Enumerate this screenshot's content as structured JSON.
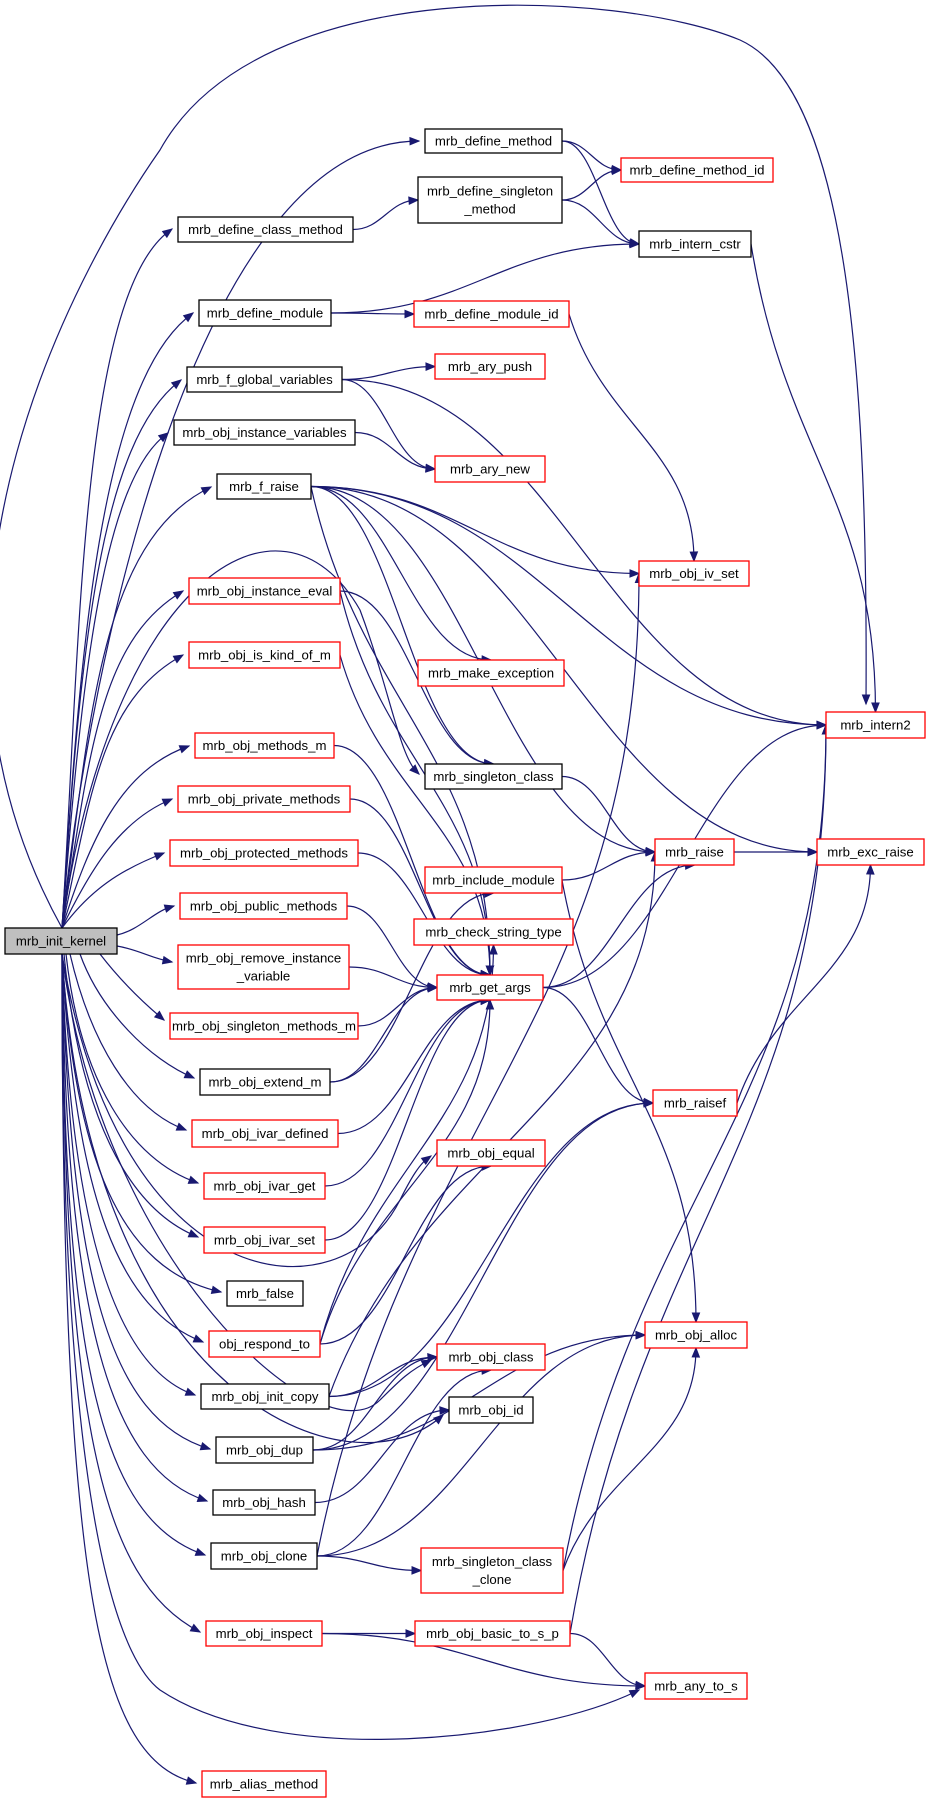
{
  "colors": {
    "edge": "#191970",
    "default_border": "#000000",
    "external_border": "#ff0000",
    "root_fill": "#bfbfbf",
    "node_fill": "#ffffff"
  },
  "root": "mrb_init_kernel",
  "nodes": [
    {
      "id": "mrb_init_kernel",
      "lines": [
        "mrb_init_kernel"
      ],
      "style": "root"
    },
    {
      "id": "mrb_define_method",
      "lines": [
        "mrb_define_method"
      ],
      "style": "default"
    },
    {
      "id": "mrb_define_method_id",
      "lines": [
        "mrb_define_method_id"
      ],
      "style": "external"
    },
    {
      "id": "mrb_define_singleton_method",
      "lines": [
        "mrb_define_singleton",
        "_method"
      ],
      "style": "default"
    },
    {
      "id": "mrb_define_class_method",
      "lines": [
        "mrb_define_class_method"
      ],
      "style": "default"
    },
    {
      "id": "mrb_intern_cstr",
      "lines": [
        "mrb_intern_cstr"
      ],
      "style": "default"
    },
    {
      "id": "mrb_define_module",
      "lines": [
        "mrb_define_module"
      ],
      "style": "default"
    },
    {
      "id": "mrb_define_module_id",
      "lines": [
        "mrb_define_module_id"
      ],
      "style": "external"
    },
    {
      "id": "mrb_f_global_variables",
      "lines": [
        "mrb_f_global_variables"
      ],
      "style": "default"
    },
    {
      "id": "mrb_ary_push",
      "lines": [
        "mrb_ary_push"
      ],
      "style": "external"
    },
    {
      "id": "mrb_obj_instance_variables",
      "lines": [
        "mrb_obj_instance_variables"
      ],
      "style": "default"
    },
    {
      "id": "mrb_ary_new",
      "lines": [
        "mrb_ary_new"
      ],
      "style": "external"
    },
    {
      "id": "mrb_f_raise",
      "lines": [
        "mrb_f_raise"
      ],
      "style": "default"
    },
    {
      "id": "mrb_obj_iv_set",
      "lines": [
        "mrb_obj_iv_set"
      ],
      "style": "external"
    },
    {
      "id": "mrb_obj_instance_eval",
      "lines": [
        "mrb_obj_instance_eval"
      ],
      "style": "external"
    },
    {
      "id": "mrb_make_exception",
      "lines": [
        "mrb_make_exception"
      ],
      "style": "external"
    },
    {
      "id": "mrb_obj_is_kind_of_m",
      "lines": [
        "mrb_obj_is_kind_of_m"
      ],
      "style": "external"
    },
    {
      "id": "mrb_intern2",
      "lines": [
        "mrb_intern2"
      ],
      "style": "external"
    },
    {
      "id": "mrb_obj_methods_m",
      "lines": [
        "mrb_obj_methods_m"
      ],
      "style": "external"
    },
    {
      "id": "mrb_singleton_class",
      "lines": [
        "mrb_singleton_class"
      ],
      "style": "default"
    },
    {
      "id": "mrb_obj_private_methods",
      "lines": [
        "mrb_obj_private_methods"
      ],
      "style": "external"
    },
    {
      "id": "mrb_obj_protected_methods",
      "lines": [
        "mrb_obj_protected_methods"
      ],
      "style": "external"
    },
    {
      "id": "mrb_raise",
      "lines": [
        "mrb_raise"
      ],
      "style": "external"
    },
    {
      "id": "mrb_exc_raise",
      "lines": [
        "mrb_exc_raise"
      ],
      "style": "external"
    },
    {
      "id": "mrb_include_module",
      "lines": [
        "mrb_include_module"
      ],
      "style": "external"
    },
    {
      "id": "mrb_obj_public_methods",
      "lines": [
        "mrb_obj_public_methods"
      ],
      "style": "external"
    },
    {
      "id": "mrb_check_string_type",
      "lines": [
        "mrb_check_string_type"
      ],
      "style": "external"
    },
    {
      "id": "mrb_obj_remove_instance_variable",
      "lines": [
        "mrb_obj_remove_instance",
        "_variable"
      ],
      "style": "external"
    },
    {
      "id": "mrb_get_args",
      "lines": [
        "mrb_get_args"
      ],
      "style": "external"
    },
    {
      "id": "mrb_obj_singleton_methods_m",
      "lines": [
        "mrb_obj_singleton_methods_m"
      ],
      "style": "external"
    },
    {
      "id": "mrb_obj_extend_m",
      "lines": [
        "mrb_obj_extend_m"
      ],
      "style": "default"
    },
    {
      "id": "mrb_raisef",
      "lines": [
        "mrb_raisef"
      ],
      "style": "external"
    },
    {
      "id": "mrb_obj_ivar_defined",
      "lines": [
        "mrb_obj_ivar_defined"
      ],
      "style": "external"
    },
    {
      "id": "mrb_obj_equal",
      "lines": [
        "mrb_obj_equal"
      ],
      "style": "external"
    },
    {
      "id": "mrb_obj_ivar_get",
      "lines": [
        "mrb_obj_ivar_get"
      ],
      "style": "external"
    },
    {
      "id": "mrb_obj_ivar_set",
      "lines": [
        "mrb_obj_ivar_set"
      ],
      "style": "external"
    },
    {
      "id": "mrb_false",
      "lines": [
        "mrb_false"
      ],
      "style": "default"
    },
    {
      "id": "obj_respond_to",
      "lines": [
        "obj_respond_to"
      ],
      "style": "external"
    },
    {
      "id": "mrb_obj_alloc",
      "lines": [
        "mrb_obj_alloc"
      ],
      "style": "external"
    },
    {
      "id": "mrb_obj_init_copy",
      "lines": [
        "mrb_obj_init_copy"
      ],
      "style": "default"
    },
    {
      "id": "mrb_obj_class",
      "lines": [
        "mrb_obj_class"
      ],
      "style": "external"
    },
    {
      "id": "mrb_obj_id",
      "lines": [
        "mrb_obj_id"
      ],
      "style": "default"
    },
    {
      "id": "mrb_obj_dup",
      "lines": [
        "mrb_obj_dup"
      ],
      "style": "default"
    },
    {
      "id": "mrb_obj_hash",
      "lines": [
        "mrb_obj_hash"
      ],
      "style": "default"
    },
    {
      "id": "mrb_obj_clone",
      "lines": [
        "mrb_obj_clone"
      ],
      "style": "default"
    },
    {
      "id": "mrb_singleton_class_clone",
      "lines": [
        "mrb_singleton_class",
        "_clone"
      ],
      "style": "external"
    },
    {
      "id": "mrb_obj_inspect",
      "lines": [
        "mrb_obj_inspect"
      ],
      "style": "external"
    },
    {
      "id": "mrb_obj_basic_to_s_p",
      "lines": [
        "mrb_obj_basic_to_s_p"
      ],
      "style": "external"
    },
    {
      "id": "mrb_any_to_s",
      "lines": [
        "mrb_any_to_s"
      ],
      "style": "external"
    },
    {
      "id": "mrb_alias_method",
      "lines": [
        "mrb_alias_method"
      ],
      "style": "external"
    }
  ],
  "edges": [
    {
      "from": "mrb_init_kernel",
      "to": "mrb_intern2"
    },
    {
      "from": "mrb_init_kernel",
      "to": "mrb_define_method"
    },
    {
      "from": "mrb_init_kernel",
      "to": "mrb_define_class_method"
    },
    {
      "from": "mrb_init_kernel",
      "to": "mrb_define_module"
    },
    {
      "from": "mrb_init_kernel",
      "to": "mrb_f_global_variables"
    },
    {
      "from": "mrb_init_kernel",
      "to": "mrb_obj_instance_variables"
    },
    {
      "from": "mrb_init_kernel",
      "to": "mrb_f_raise"
    },
    {
      "from": "mrb_init_kernel",
      "to": "mrb_obj_instance_eval"
    },
    {
      "from": "mrb_init_kernel",
      "to": "mrb_obj_is_kind_of_m"
    },
    {
      "from": "mrb_init_kernel",
      "to": "mrb_obj_methods_m"
    },
    {
      "from": "mrb_init_kernel",
      "to": "mrb_obj_private_methods"
    },
    {
      "from": "mrb_init_kernel",
      "to": "mrb_obj_protected_methods"
    },
    {
      "from": "mrb_init_kernel",
      "to": "mrb_obj_public_methods"
    },
    {
      "from": "mrb_init_kernel",
      "to": "mrb_obj_remove_instance_variable"
    },
    {
      "from": "mrb_init_kernel",
      "to": "mrb_obj_singleton_methods_m"
    },
    {
      "from": "mrb_init_kernel",
      "to": "mrb_obj_extend_m"
    },
    {
      "from": "mrb_init_kernel",
      "to": "mrb_obj_ivar_defined"
    },
    {
      "from": "mrb_init_kernel",
      "to": "mrb_obj_ivar_get"
    },
    {
      "from": "mrb_init_kernel",
      "to": "mrb_obj_ivar_set"
    },
    {
      "from": "mrb_init_kernel",
      "to": "mrb_false"
    },
    {
      "from": "mrb_init_kernel",
      "to": "obj_respond_to"
    },
    {
      "from": "mrb_init_kernel",
      "to": "mrb_obj_init_copy"
    },
    {
      "from": "mrb_init_kernel",
      "to": "mrb_obj_dup"
    },
    {
      "from": "mrb_init_kernel",
      "to": "mrb_obj_hash"
    },
    {
      "from": "mrb_init_kernel",
      "to": "mrb_obj_clone"
    },
    {
      "from": "mrb_init_kernel",
      "to": "mrb_obj_inspect"
    },
    {
      "from": "mrb_init_kernel",
      "to": "mrb_any_to_s"
    },
    {
      "from": "mrb_init_kernel",
      "to": "mrb_alias_method"
    },
    {
      "from": "mrb_init_kernel",
      "to": "mrb_singleton_class"
    },
    {
      "from": "mrb_init_kernel",
      "to": "mrb_obj_equal"
    },
    {
      "from": "mrb_init_kernel",
      "to": "mrb_obj_class"
    },
    {
      "from": "mrb_init_kernel",
      "to": "mrb_obj_id"
    },
    {
      "from": "mrb_define_method",
      "to": "mrb_define_method_id"
    },
    {
      "from": "mrb_define_method",
      "to": "mrb_intern_cstr"
    },
    {
      "from": "mrb_define_class_method",
      "to": "mrb_define_singleton_method"
    },
    {
      "from": "mrb_define_singleton_method",
      "to": "mrb_define_method_id"
    },
    {
      "from": "mrb_define_singleton_method",
      "to": "mrb_intern_cstr"
    },
    {
      "from": "mrb_intern_cstr",
      "to": "mrb_intern2"
    },
    {
      "from": "mrb_define_module",
      "to": "mrb_intern_cstr"
    },
    {
      "from": "mrb_define_module",
      "to": "mrb_define_module_id"
    },
    {
      "from": "mrb_define_module_id",
      "to": "mrb_obj_iv_set"
    },
    {
      "from": "mrb_f_global_variables",
      "to": "mrb_ary_push"
    },
    {
      "from": "mrb_f_global_variables",
      "to": "mrb_ary_new"
    },
    {
      "from": "mrb_f_global_variables",
      "to": "mrb_intern2"
    },
    {
      "from": "mrb_obj_instance_variables",
      "to": "mrb_ary_new"
    },
    {
      "from": "mrb_f_raise",
      "to": "mrb_obj_iv_set"
    },
    {
      "from": "mrb_f_raise",
      "to": "mrb_make_exception"
    },
    {
      "from": "mrb_f_raise",
      "to": "mrb_intern2"
    },
    {
      "from": "mrb_f_raise",
      "to": "mrb_raise"
    },
    {
      "from": "mrb_f_raise",
      "to": "mrb_exc_raise"
    },
    {
      "from": "mrb_f_raise",
      "to": "mrb_get_args"
    },
    {
      "from": "mrb_f_raise",
      "to": "mrb_singleton_class"
    },
    {
      "from": "mrb_obj_instance_eval",
      "to": "mrb_singleton_class"
    },
    {
      "from": "mrb_obj_instance_eval",
      "to": "mrb_get_args"
    },
    {
      "from": "mrb_obj_is_kind_of_m",
      "to": "mrb_get_args"
    },
    {
      "from": "mrb_obj_methods_m",
      "to": "mrb_get_args"
    },
    {
      "from": "mrb_obj_private_methods",
      "to": "mrb_get_args"
    },
    {
      "from": "mrb_obj_protected_methods",
      "to": "mrb_get_args"
    },
    {
      "from": "mrb_obj_public_methods",
      "to": "mrb_get_args"
    },
    {
      "from": "mrb_obj_remove_instance_variable",
      "to": "mrb_get_args"
    },
    {
      "from": "mrb_obj_singleton_methods_m",
      "to": "mrb_get_args"
    },
    {
      "from": "mrb_obj_extend_m",
      "to": "mrb_get_args"
    },
    {
      "from": "mrb_obj_extend_m",
      "to": "mrb_include_module"
    },
    {
      "from": "mrb_obj_ivar_defined",
      "to": "mrb_get_args"
    },
    {
      "from": "mrb_obj_ivar_get",
      "to": "mrb_get_args"
    },
    {
      "from": "mrb_obj_ivar_set",
      "to": "mrb_get_args"
    },
    {
      "from": "obj_respond_to",
      "to": "mrb_get_args"
    },
    {
      "from": "obj_respond_to",
      "to": "mrb_check_string_type"
    },
    {
      "from": "obj_respond_to",
      "to": "mrb_obj_equal"
    },
    {
      "from": "mrb_obj_init_copy",
      "to": "mrb_raisef"
    },
    {
      "from": "mrb_obj_init_copy",
      "to": "mrb_obj_class"
    },
    {
      "from": "mrb_obj_init_copy",
      "to": "mrb_raise"
    },
    {
      "from": "mrb_obj_dup",
      "to": "mrb_obj_alloc"
    },
    {
      "from": "mrb_obj_dup",
      "to": "mrb_obj_class"
    },
    {
      "from": "mrb_obj_dup",
      "to": "mrb_raisef"
    },
    {
      "from": "mrb_obj_hash",
      "to": "mrb_obj_id"
    },
    {
      "from": "mrb_obj_clone",
      "to": "mrb_obj_alloc"
    },
    {
      "from": "mrb_obj_clone",
      "to": "mrb_obj_class"
    },
    {
      "from": "mrb_obj_clone",
      "to": "mrb_singleton_class_clone"
    },
    {
      "from": "mrb_obj_clone",
      "to": "mrb_obj_iv_set"
    },
    {
      "from": "mrb_obj_inspect",
      "to": "mrb_obj_basic_to_s_p"
    },
    {
      "from": "mrb_obj_inspect",
      "to": "mrb_any_to_s"
    },
    {
      "from": "mrb_obj_basic_to_s_p",
      "to": "mrb_any_to_s"
    },
    {
      "from": "mrb_obj_basic_to_s_p",
      "to": "mrb_intern2"
    },
    {
      "from": "mrb_singleton_class_clone",
      "to": "mrb_obj_alloc"
    },
    {
      "from": "mrb_singleton_class_clone",
      "to": "mrb_intern2"
    },
    {
      "from": "mrb_singleton_class",
      "to": "mrb_raise"
    },
    {
      "from": "mrb_include_module",
      "to": "mrb_raise"
    },
    {
      "from": "mrb_include_module",
      "to": "mrb_obj_alloc"
    },
    {
      "from": "mrb_get_args",
      "to": "mrb_raise"
    },
    {
      "from": "mrb_get_args",
      "to": "mrb_raisef"
    },
    {
      "from": "mrb_get_args",
      "to": "mrb_intern2"
    },
    {
      "from": "mrb_raise",
      "to": "mrb_exc_raise"
    },
    {
      "from": "mrb_raisef",
      "to": "mrb_exc_raise"
    }
  ]
}
